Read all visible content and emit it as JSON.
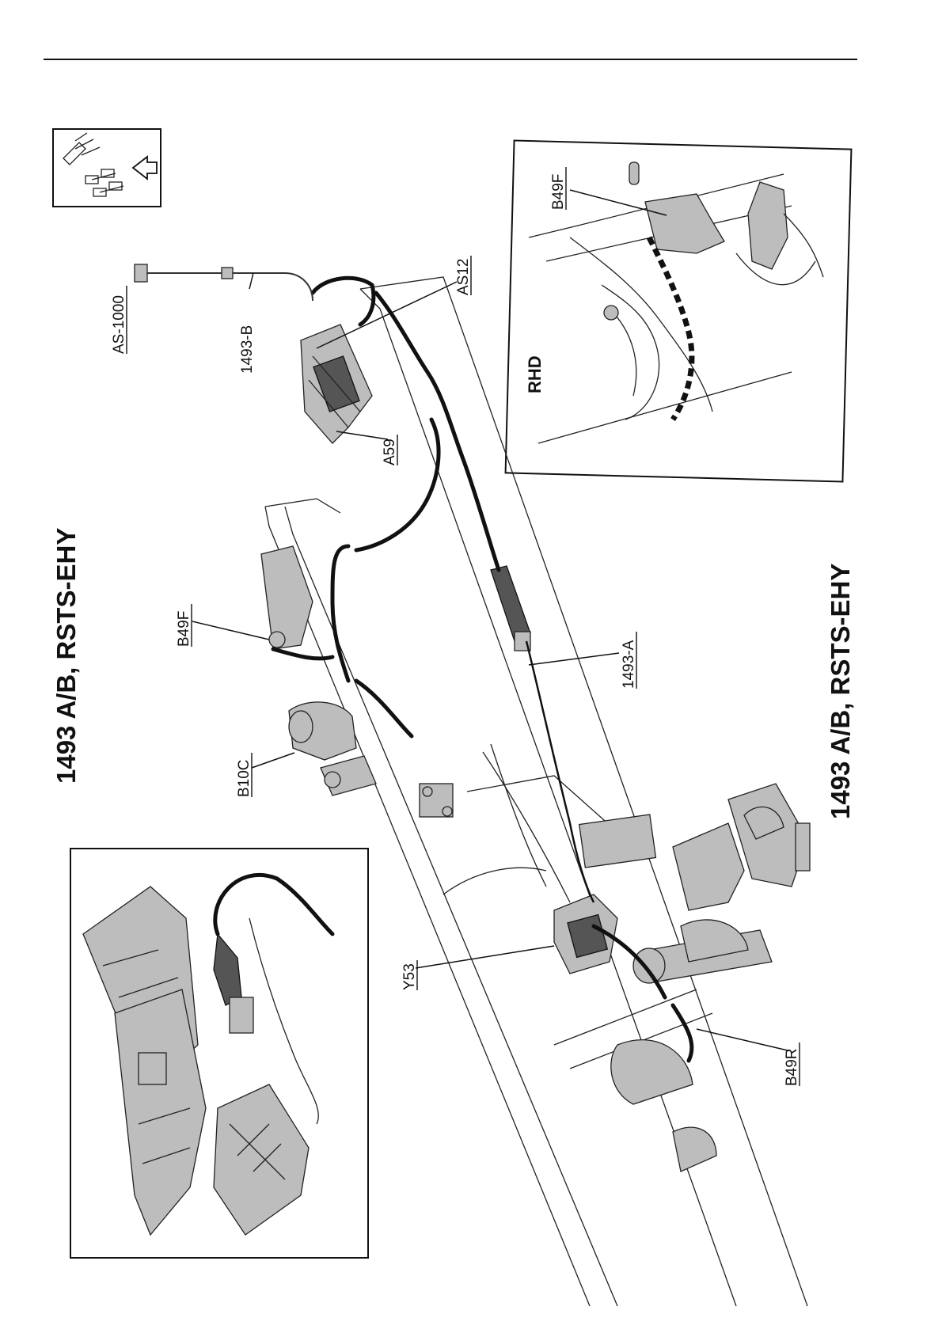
{
  "diagram": {
    "title_left": "1493 A/B, RSTS-EHY",
    "title_right": "1493 A/B, RSTS-EHY",
    "inset_label": "RHD",
    "labels": {
      "as_1000": "AS-1000",
      "h1493_b": "1493-B",
      "as12": "AS12",
      "a59": "A59",
      "b49f_main": "B49F",
      "b10c": "B10C",
      "h1493_a": "1493-A",
      "y53": "Y53",
      "b49r": "B49R",
      "b49f_inset": "B49F"
    },
    "icons": {
      "orientation": "vehicle-orientation-icon",
      "arrow": "arrow-up-icon"
    }
  }
}
